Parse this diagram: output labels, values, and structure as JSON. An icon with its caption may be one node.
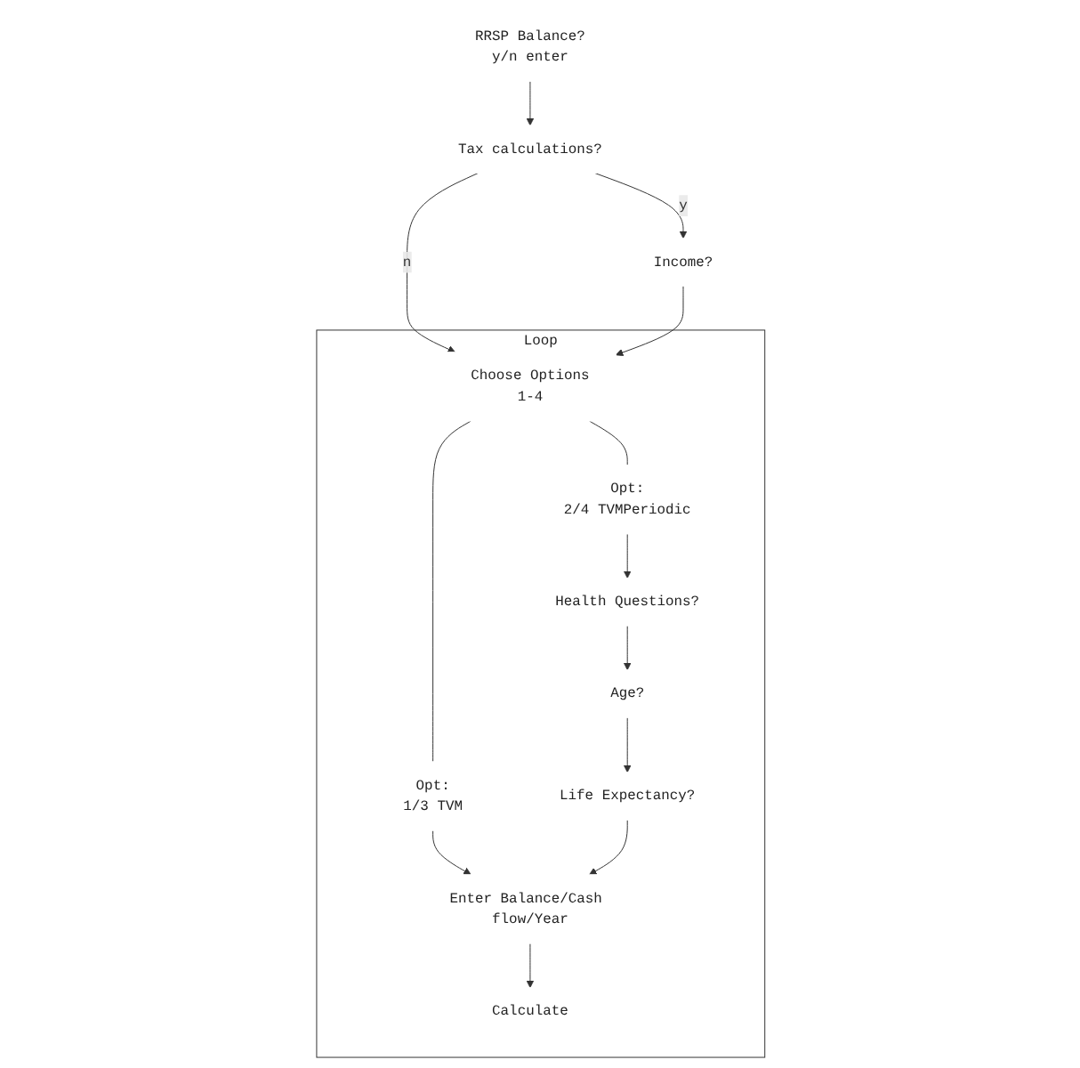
{
  "diagram": {
    "nodes": [
      {
        "text": [
          "RRSP Balance?",
          "y/n enter"
        ]
      },
      {
        "text": [
          "Tax calculations?"
        ]
      },
      {
        "text": [
          "Income?"
        ]
      },
      {
        "text": [
          "Loop"
        ]
      },
      {
        "text": [
          "Choose Options",
          "1-4"
        ],
        "in": 3
      },
      {
        "text": [
          "Opt:",
          "1/3 TVM"
        ],
        "in": 3
      },
      {
        "text": [
          "Opt:",
          "2/4 TVMPeriodic"
        ],
        "in": 3
      },
      {
        "text": [
          "Health Questions?"
        ],
        "in": 3
      },
      {
        "text": [
          "Age?"
        ],
        "in": 3
      },
      {
        "text": [
          "Life Expectancy?"
        ],
        "in": 3
      },
      {
        "text": [
          "Enter Balance/Cash flow/Year"
        ],
        "in": 3
      },
      {
        "text": [
          "Calculate"
        ],
        "in": 3
      }
    ],
    "edges": [
      {
        "from": 0,
        "to": 1,
        "arrow": "to"
      },
      {
        "from": 1,
        "to": 2,
        "arrow": "to",
        "label": "y"
      },
      {
        "from": 1,
        "to": 4,
        "arrow": "to",
        "label": "n"
      },
      {
        "from": 2,
        "to": 4,
        "arrow": "to"
      },
      {
        "from": 4,
        "to": 5,
        "arrow": "none"
      },
      {
        "from": 4,
        "to": 6,
        "arrow": "none"
      },
      {
        "from": 6,
        "to": 7,
        "arrow": "to"
      },
      {
        "from": 7,
        "to": 8,
        "arrow": "to"
      },
      {
        "from": 8,
        "to": 9,
        "arrow": "to"
      },
      {
        "from": 5,
        "to": 10,
        "arrow": "to"
      },
      {
        "from": 9,
        "to": 10,
        "arrow": "to"
      },
      {
        "from": 10,
        "to": 11,
        "arrow": "to"
      }
    ]
  }
}
